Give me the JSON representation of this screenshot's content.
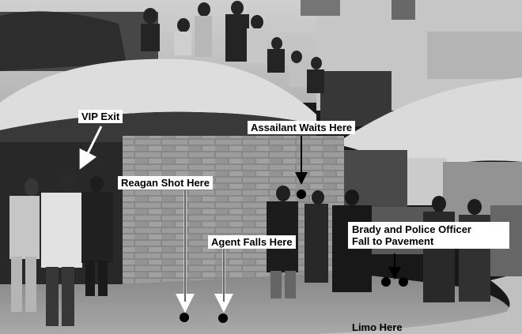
{
  "labels": {
    "vip_exit": "VIP Exit",
    "assailant": "Assailant Waits Here",
    "reagan": "Reagan Shot Here",
    "agent": "Agent Falls Here",
    "brady_line1": "Brady and Police Officer",
    "brady_line2": "Fall to Pavement",
    "limo": "Limo Here"
  },
  "colors": {
    "label_bg": "#ffffff",
    "label_text": "#000000",
    "marker": "#000000"
  }
}
